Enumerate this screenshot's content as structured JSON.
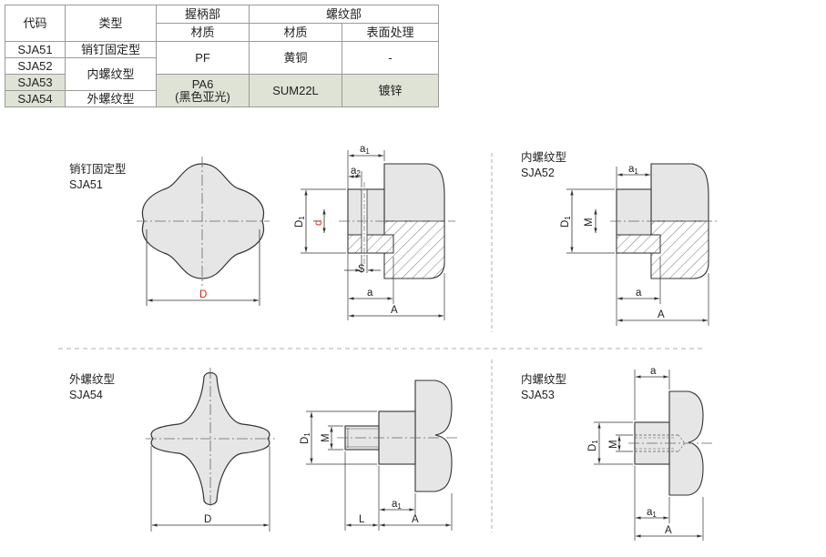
{
  "table": {
    "headers": {
      "code": "代码",
      "type": "类型",
      "grip": "握柄部",
      "thread": "螺纹部",
      "grip_material": "材质",
      "thread_material": "材质",
      "surface": "表面处理"
    },
    "rows": [
      {
        "code": "SJA51",
        "type": "销钉固定型"
      },
      {
        "code": "SJA52",
        "type": "内螺纹型"
      },
      {
        "code": "SJA53"
      },
      {
        "code": "SJA54",
        "type": "外螺纹型"
      }
    ],
    "grip_material_a": "PF",
    "grip_material_b_line1": "PA6",
    "grip_material_b_line2": "(黑色亚光)",
    "thread_material_a": "黄铜",
    "thread_material_b": "SUM22L",
    "surface_a": "-",
    "surface_b": "镀锌"
  },
  "shade_color": "#dfe3d5",
  "drawings": {
    "sja51": {
      "name": "销钉固定型",
      "code": "SJA51"
    },
    "sja52": {
      "name": "内螺纹型",
      "code": "SJA52"
    },
    "sja54": {
      "name": "外螺纹型",
      "code": "SJA54"
    },
    "sja53": {
      "name": "内螺纹型",
      "code": "SJA53"
    },
    "dims": {
      "D": "D",
      "A": "A",
      "a": "a",
      "a1": "a",
      "a1_sub": "1",
      "a2": "a",
      "a2_sub": "2",
      "D1": "D",
      "D1_sub": "1",
      "d": "d",
      "S": "S",
      "M": "M",
      "L": "L"
    }
  }
}
